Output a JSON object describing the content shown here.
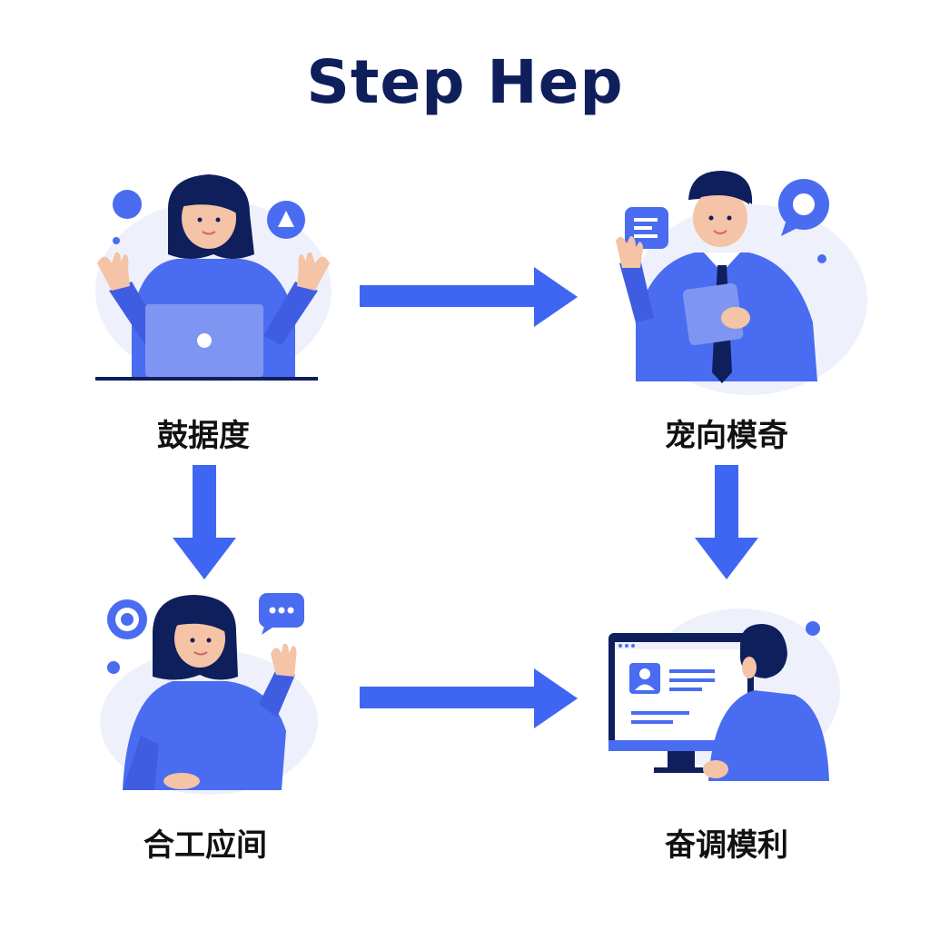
{
  "title": "Step Hep",
  "steps": [
    {
      "label": "鼓据度"
    },
    {
      "label": "宠向模奇"
    },
    {
      "label": "合工应间"
    },
    {
      "label": "奋调模利"
    }
  ],
  "colors": {
    "primary": "#4a6cf0",
    "arrow": "#3f66f2",
    "dark": "#0f1f5c",
    "light_bg": "#e8edfb"
  }
}
